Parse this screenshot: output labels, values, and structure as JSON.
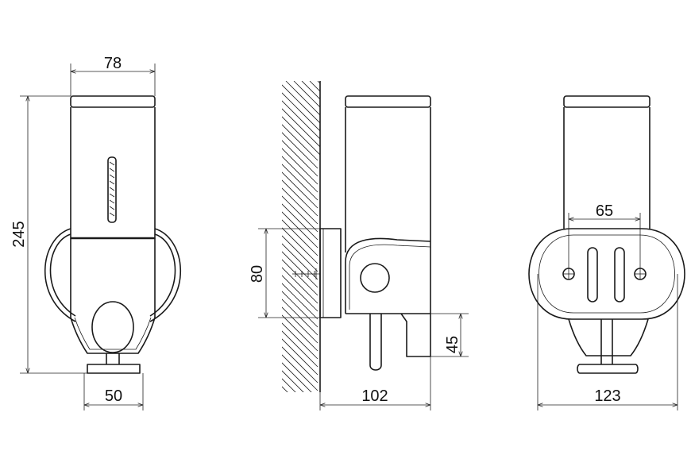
{
  "dimensions": {
    "front_width": "78",
    "front_height": "245",
    "front_base_width": "50",
    "side_mount_height": "80",
    "side_depth": "102",
    "side_nozzle_height": "45",
    "back_hole_spacing": "65",
    "back_width": "123"
  }
}
